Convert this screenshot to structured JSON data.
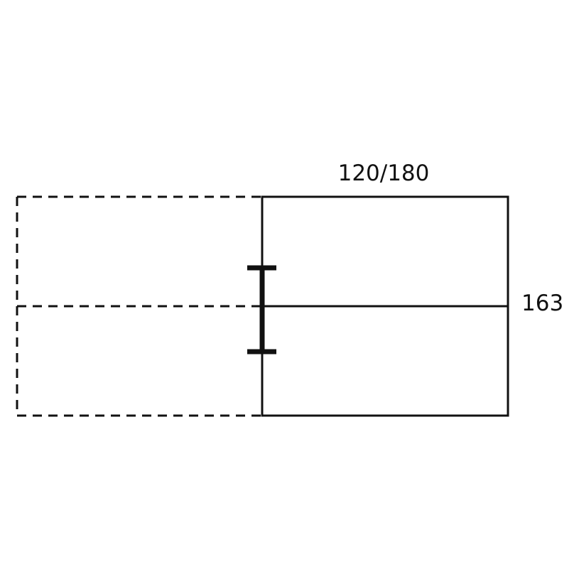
{
  "diagram": {
    "type": "dimension-drawing",
    "width_label": "120/180",
    "height_label": "163",
    "colors": {
      "background": "#ffffff",
      "line": "#111111"
    },
    "parts": {
      "main_panel": {
        "style": "solid",
        "sections": 2
      },
      "extension_panel": {
        "style": "dashed",
        "sections": 2,
        "position": "left"
      },
      "connector": {
        "style": "thick I-bar",
        "position": "shared edge"
      }
    }
  }
}
